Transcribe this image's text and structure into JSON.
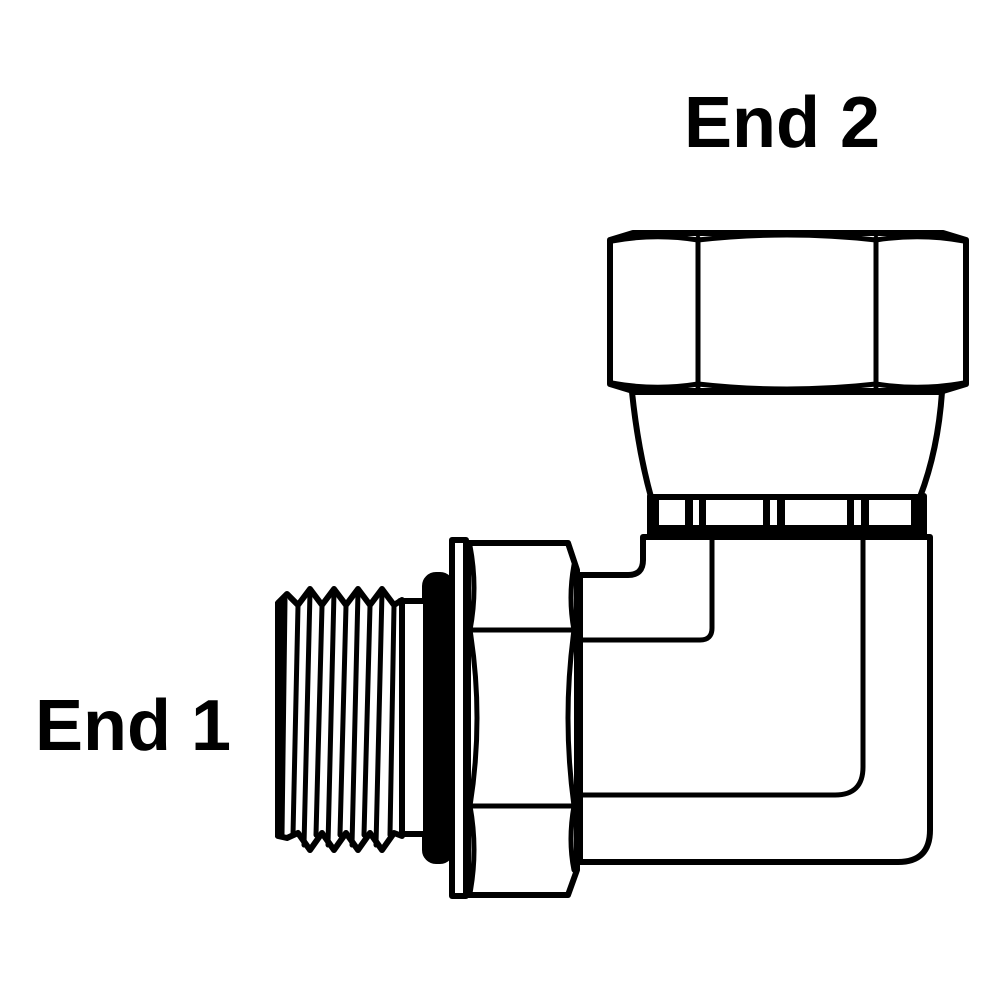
{
  "figure": {
    "title": "90° elbow swivel fitting — O-ring boss male to female swivel",
    "labels": {
      "end1": "End 1",
      "end2": "End 2"
    },
    "colors": {
      "line": "#000000",
      "background": "#ffffff"
    },
    "parts": [
      {
        "id": "end1-thread",
        "description": "Male straight thread (End 1)"
      },
      {
        "id": "o-ring",
        "description": "O-ring seal (solid black)"
      },
      {
        "id": "washer",
        "description": "Backup washer"
      },
      {
        "id": "lock-nut-hex",
        "description": "Hex lock nut on End 1"
      },
      {
        "id": "elbow-body",
        "description": "90° elbow body"
      },
      {
        "id": "swivel-ring",
        "description": "Swivel collar with slots"
      },
      {
        "id": "end2-nut-hex",
        "description": "Female swivel hex nut (End 2)"
      }
    ]
  }
}
